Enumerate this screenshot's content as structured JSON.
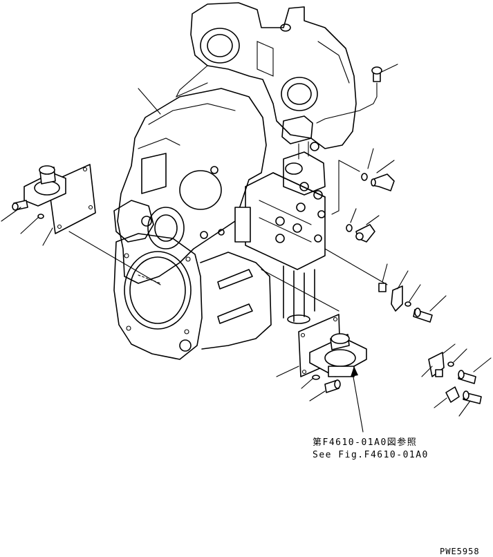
{
  "reference": {
    "line_jp": "第F4610-01A0図参照",
    "line_en": "See Fig.F4610-01A0"
  },
  "code": "PWE5958"
}
